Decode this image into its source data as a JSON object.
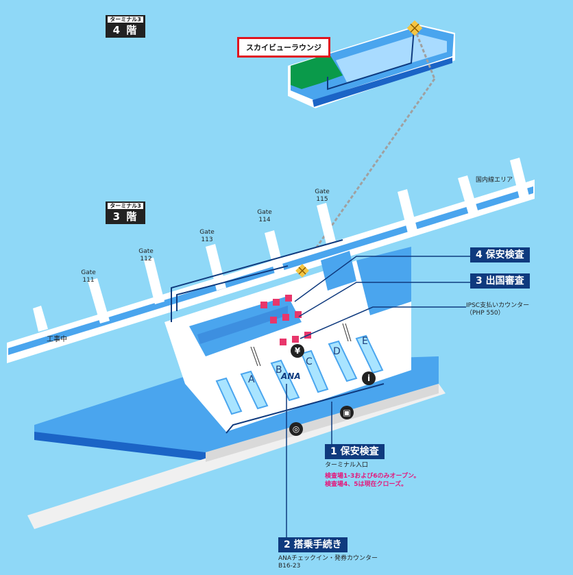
{
  "floors": {
    "floor4": {
      "terminal": "ターミナル3",
      "level": "4 階"
    },
    "floor3": {
      "terminal": "ターミナル3",
      "level": "3 階"
    }
  },
  "lounge": {
    "label": "スカイビューラウンジ"
  },
  "domestic_area": "国内線エリア",
  "construction": "工事中",
  "gates": [
    {
      "word": "Gate",
      "number": "111"
    },
    {
      "word": "Gate",
      "number": "112"
    },
    {
      "word": "Gate",
      "number": "113"
    },
    {
      "word": "Gate",
      "number": "114"
    },
    {
      "word": "Gate",
      "number": "115"
    }
  ],
  "counter_rows": [
    "A",
    "B",
    "C",
    "D",
    "E"
  ],
  "ana_logo": "ANA",
  "callouts": {
    "security4": "4 保安検査",
    "immigration": "3 出国審査",
    "ipsc": {
      "line1": "IPSC支払いカウンター",
      "line2": "（PHP 550）"
    },
    "security1": "1 保安検査",
    "entrance": "ターミナル入口",
    "security_note1": "検査場1-3および6のみオープン。",
    "security_note2": "検査場4、5は現在クローズ。",
    "boarding": "2 搭乗手続き",
    "ana_counter": "ANAチェックイン・発券カウンター",
    "ana_counter_rows": "B16-23"
  },
  "icons": {
    "info": "info-icon",
    "bus": "bus-icon",
    "taxi": "taxi-icon",
    "currency": "currency-exchange-icon",
    "elevator": "elevator-icon"
  },
  "colors": {
    "background": "#8fd8f7",
    "building": "#5aa9f0",
    "wall": "#1b64c6",
    "callout": "#0f3a7e",
    "lounge": "#0a9a4a",
    "highlight": "#e0141e",
    "counter": "#e8366b",
    "note": "#e5177b"
  }
}
